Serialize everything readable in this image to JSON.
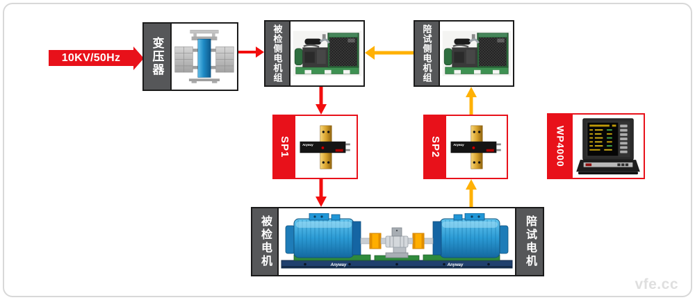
{
  "source": {
    "label": "10KV/50Hz"
  },
  "blocks": {
    "transformer": {
      "label": "变压器"
    },
    "tested_genset": {
      "label": "被检侧电机组"
    },
    "assist_genset": {
      "label": "陪试侧电机组"
    },
    "sp1": {
      "label": "SP1"
    },
    "sp2": {
      "label": "SP2"
    },
    "wp4000": {
      "label": "WP4000"
    },
    "tested_motor": {
      "label": "被检电机"
    },
    "assist_motor": {
      "label": "陪试电机"
    }
  },
  "brand": {
    "logo": "Anyway"
  },
  "watermark": {
    "text": "vfe.cc"
  },
  "colors": {
    "red": "#E8111A",
    "arrow_red": "#F20D0D",
    "amber": "#FFB105",
    "strip_gray": "#565759",
    "border_black": "#1A1A1A"
  }
}
